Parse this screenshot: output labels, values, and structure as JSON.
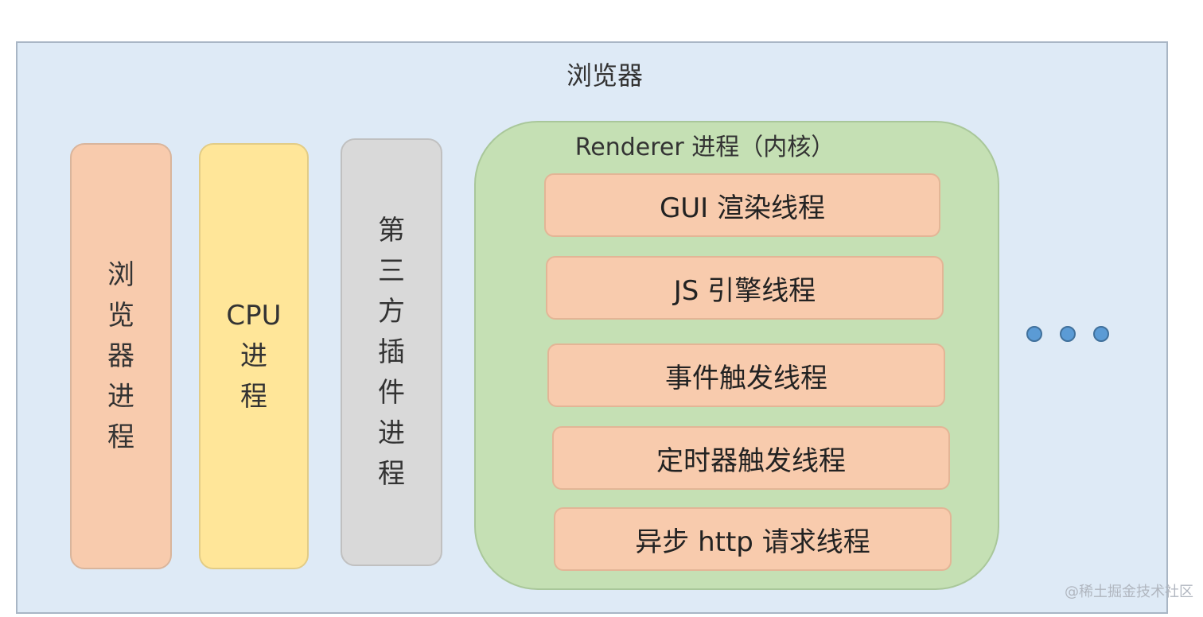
{
  "browser": {
    "title": "浏览器"
  },
  "processes": {
    "browser_process": [
      "浏",
      "览",
      "器",
      "进",
      "程"
    ],
    "gpu_process": [
      "CPU",
      "进",
      "程"
    ],
    "plugin_process": [
      "第",
      "三",
      "方",
      "插",
      "件",
      "进",
      "程"
    ]
  },
  "renderer": {
    "title": "Renderer 进程（内核）",
    "threads": [
      "GUI 渲染线程",
      "JS 引擎线程",
      "事件触发线程",
      "定时器触发线程",
      "异步 http 请求线程"
    ]
  },
  "more_indicator": "ellipsis-dots",
  "watermark": "@稀土掘金技术社区",
  "colors": {
    "frame_bg": "#deeaf6",
    "browser_process": "#f8cbad",
    "gpu_process": "#ffe699",
    "plugin_process": "#d9d9d9",
    "renderer_bg": "#c5e0b4",
    "thread_bg": "#f8cbad",
    "dots": "#5b9bd5"
  }
}
